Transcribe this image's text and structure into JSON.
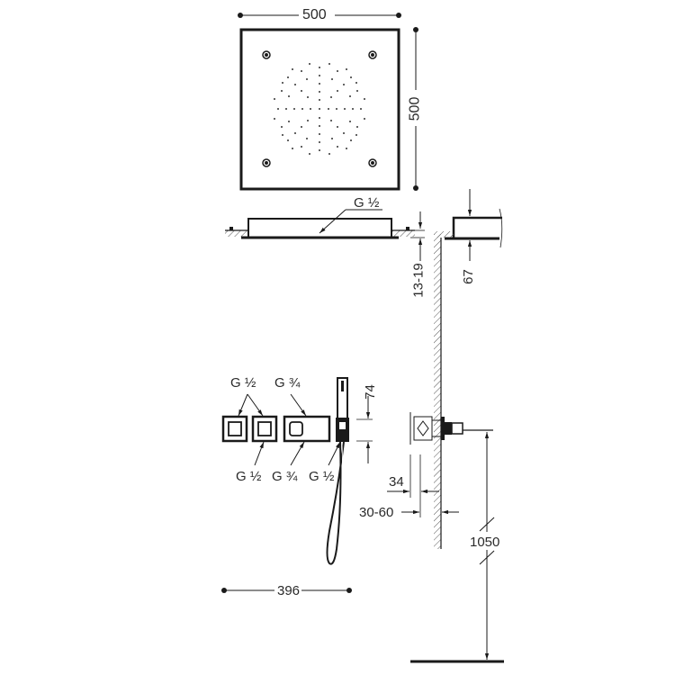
{
  "diagram": {
    "title": "Shower system dimensional drawing",
    "colors": {
      "line": "#1a1a1a",
      "text": "#2a2a2a",
      "hatch": "#555555",
      "background": "#ffffff"
    },
    "dimensions": {
      "head_width": "500",
      "head_depth": "500",
      "ceiling_recess": "13-19",
      "head_height": "67",
      "handshower_offset": "74",
      "valve_depth_min": "34",
      "wall_thickness": "30-60",
      "outlet_height": "1050",
      "panel_width": "396"
    },
    "connections": {
      "head_inlet": "G ½",
      "top_left": "G ½",
      "top_right": "G ¾",
      "bottom_left": "G ½",
      "bottom_middle": "G ¾",
      "bottom_right": "G ½"
    },
    "components": [
      "ceiling-shower-head-top-view",
      "ceiling-shower-head-section",
      "shower-head-side-detail",
      "thermostatic-control-panel",
      "hand-shower",
      "wall-section",
      "concealed-valve-body",
      "floor-line"
    ]
  }
}
